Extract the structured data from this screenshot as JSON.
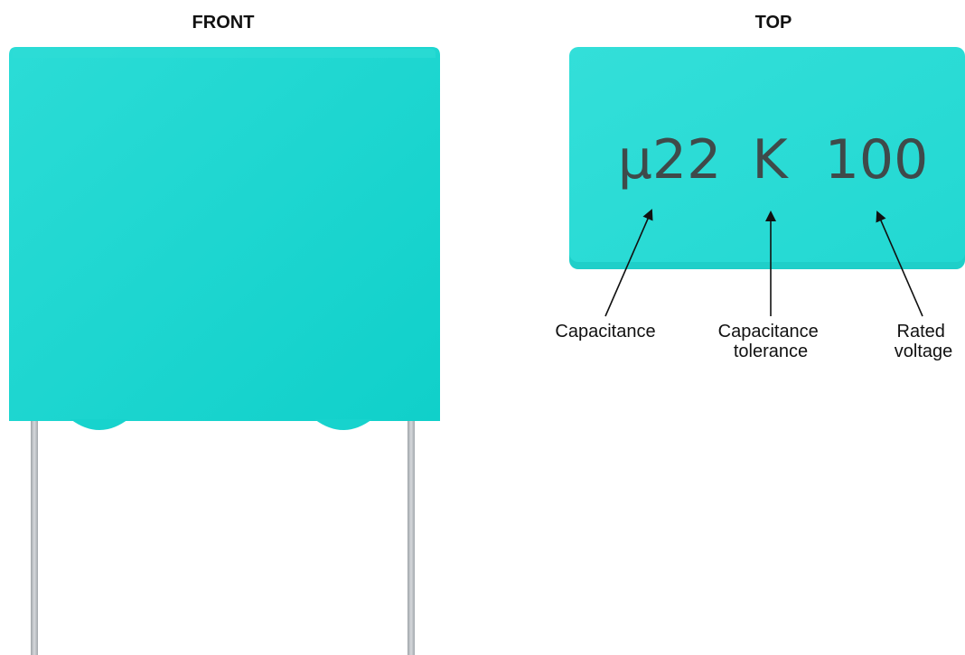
{
  "views": {
    "front": {
      "title": "FRONT"
    },
    "top": {
      "title": "TOP",
      "markings": {
        "capacitance_code": "µ22",
        "tolerance_code": "K",
        "voltage_code": "100"
      }
    }
  },
  "callouts": {
    "capacitance": {
      "line1": "Capacitance",
      "line2": ""
    },
    "tolerance": {
      "line1": "Capacitance",
      "line2": "tolerance"
    },
    "voltage": {
      "line1": "Rated",
      "line2": "voltage"
    }
  },
  "colors": {
    "body_light": "#27dad5",
    "body_dark": "#13d2cc",
    "lead": "#b8bcc0",
    "marking_text": "#3f4a4a",
    "arrow": "#111111"
  }
}
